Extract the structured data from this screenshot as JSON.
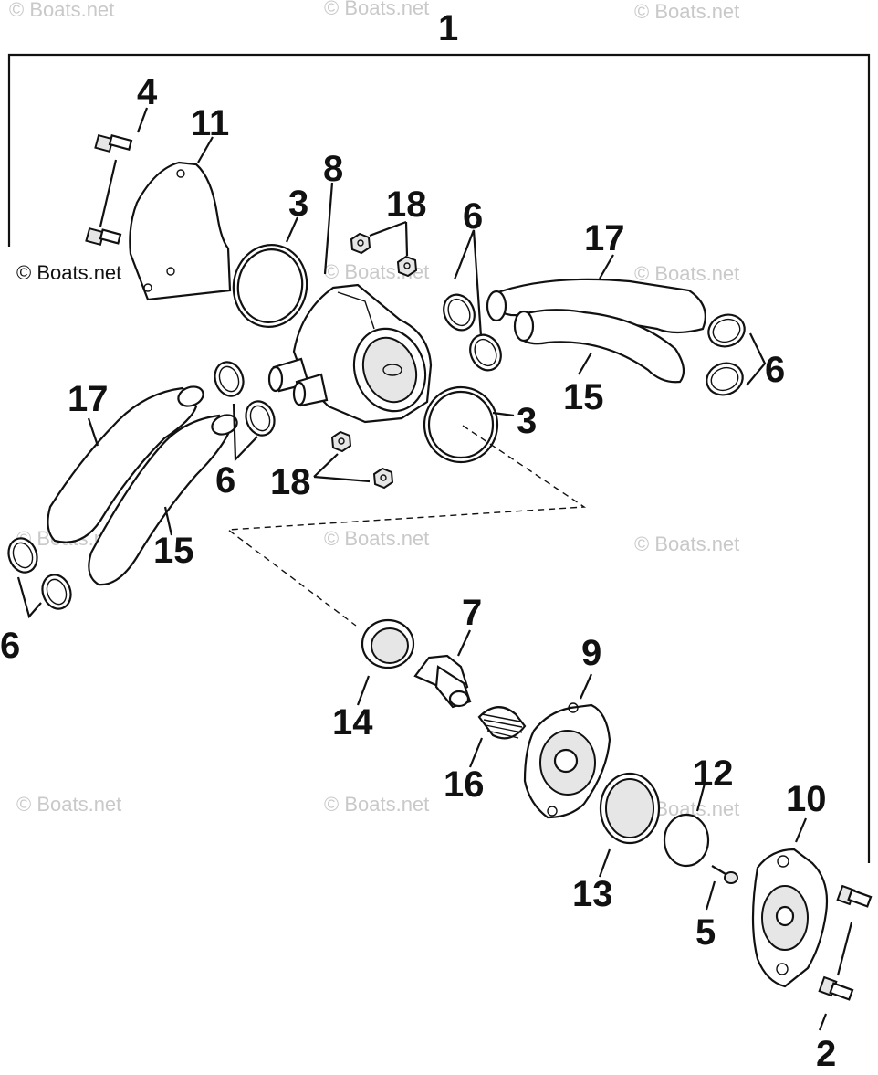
{
  "watermark": "© Boats.net",
  "watermark_corner": "© Boats.net",
  "callouts": {
    "c1": "1",
    "c2": "2",
    "c3a": "3",
    "c3b": "3",
    "c4": "4",
    "c5": "5",
    "c6a": "6",
    "c6b": "6",
    "c6c": "6",
    "c6d": "6",
    "c7": "7",
    "c8": "8",
    "c9": "9",
    "c10": "10",
    "c11": "11",
    "c12": "12",
    "c13": "13",
    "c14": "14",
    "c15a": "15",
    "c15b": "15",
    "c16": "16",
    "c17a": "17",
    "c17b": "17",
    "c18a": "18",
    "c18b": "18"
  }
}
